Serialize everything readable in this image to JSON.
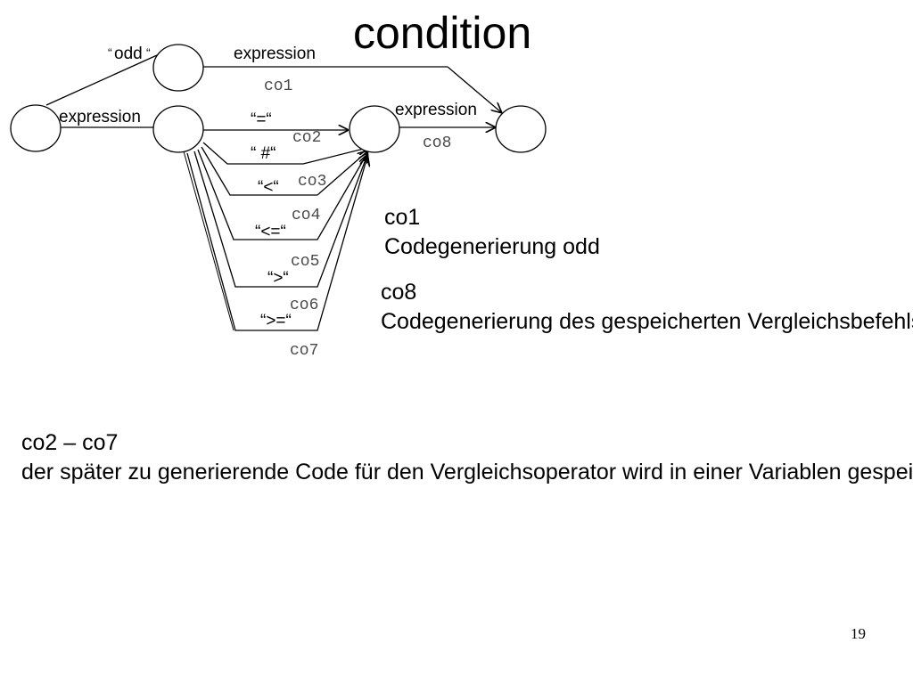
{
  "title": "condition",
  "edges": {
    "odd": "odd",
    "odd_open": "“",
    "odd_close": "“",
    "expr_top": "expression",
    "co1": "co1",
    "expr_left": "expression",
    "eq": "“=“",
    "co2": "co2",
    "hash": "“ #“",
    "co3": "co3",
    "lt": "“<“",
    "co4": "co4",
    "le": "“<=“",
    "co5": "co5",
    "gt": "“>“",
    "co6": "co6",
    "ge": "“>=“",
    "co7": "co7",
    "expr_right": "expression",
    "co8": "co8"
  },
  "notes": {
    "co1_title": "co1",
    "co1_text": "Codegenerierung odd",
    "co8_title": "co8",
    "co8_text": "Codegenerierung des gespeicherten Vergleichsbefehls",
    "range_title": "co2 – co7",
    "range_text": "der später zu generierende Code für den Vergleichsoperator wird in einer Variablen gespeichert"
  },
  "page_number": "19"
}
